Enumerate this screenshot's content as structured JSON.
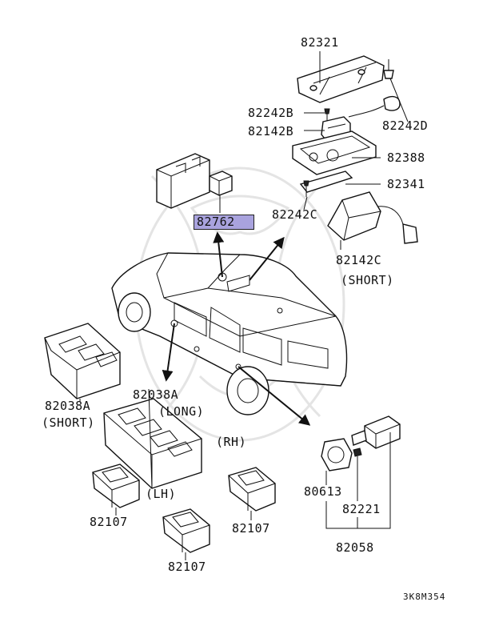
{
  "labels": {
    "p82321": "82321",
    "p82242B": "82242B",
    "p82242D": "82242D",
    "p82142B": "82142B",
    "p82388": "82388",
    "p82341": "82341",
    "p82242C": "82242C",
    "p82762": "82762",
    "p82142C": "82142C",
    "short_1": "(SHORT)",
    "p82038A_left": "82038A",
    "short_2": "(SHORT)",
    "p82038A_right": "82038A",
    "long": "(LONG)",
    "rh": "(RH)",
    "lh": "(LH)",
    "p82107_a": "82107",
    "p82107_b": "82107",
    "p82107_c": "82107",
    "p80613": "80613",
    "p82221": "82221",
    "p82058": "82058",
    "diagram_code": "3K8M354"
  },
  "colors": {
    "highlight": "#a9a3de",
    "line": "#111111",
    "watermark": "#e4e4e4"
  }
}
